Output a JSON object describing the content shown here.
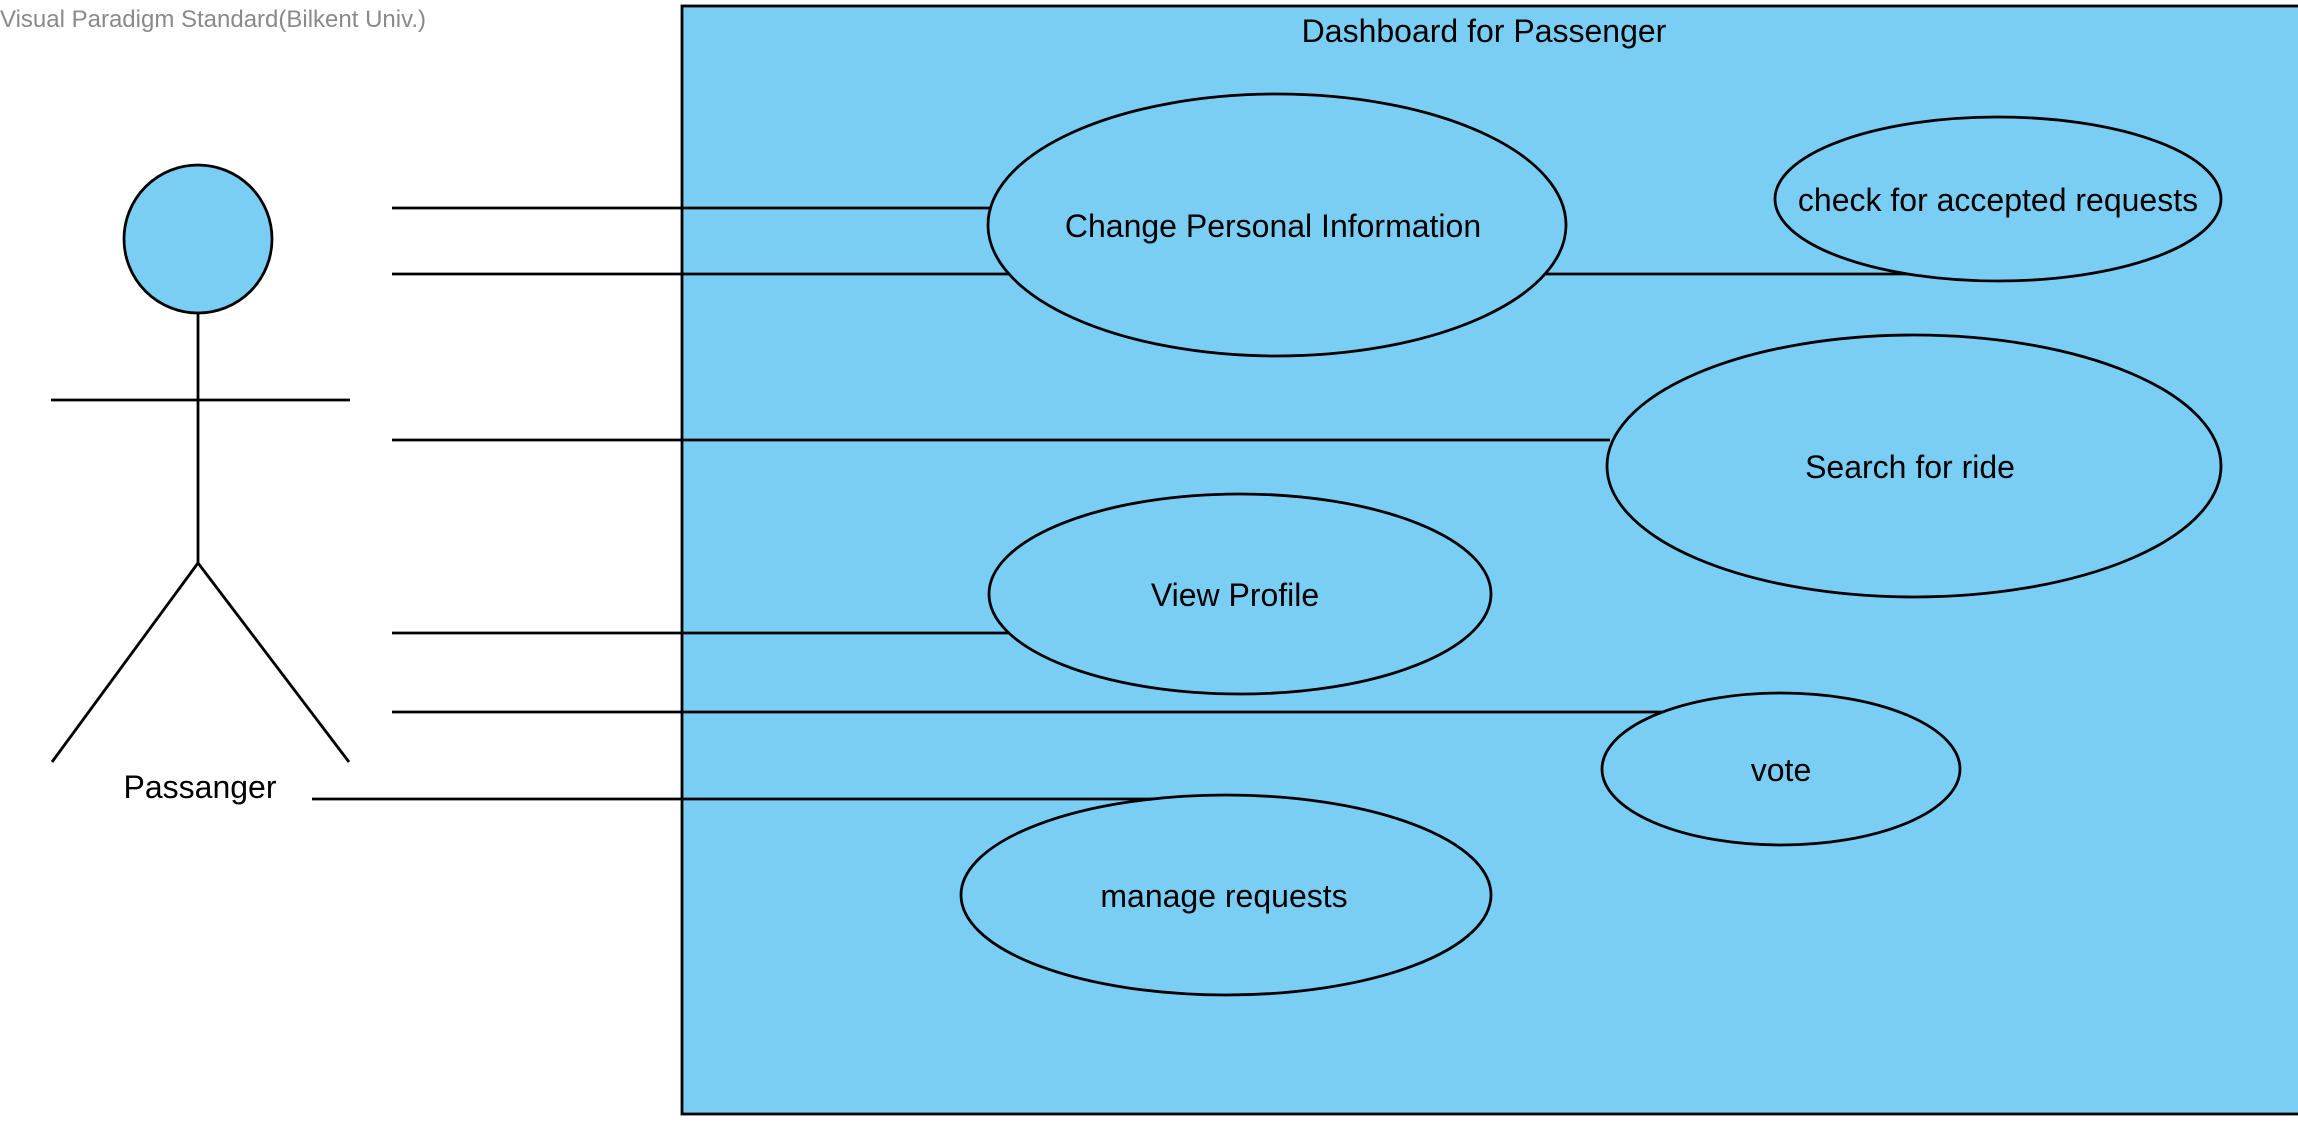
{
  "watermark": "Visual Paradigm Standard(Bilkent Univ.)",
  "system": {
    "title": "Dashboard for Passenger"
  },
  "actor": {
    "name": "Passanger"
  },
  "use_cases": {
    "change_personal_information": "Change Personal Information",
    "check_for_accepted_requests": "check for accepted requests",
    "search_for_ride": "Search for ride",
    "view_profile": "View Profile",
    "vote": "vote",
    "manage_requests": "manage requests"
  },
  "colors": {
    "system_fill": "#7acef4",
    "use_case_fill": "#7acef4",
    "actor_head_fill": "#7acef4",
    "stroke": "#000000",
    "background": "#ffffff"
  }
}
